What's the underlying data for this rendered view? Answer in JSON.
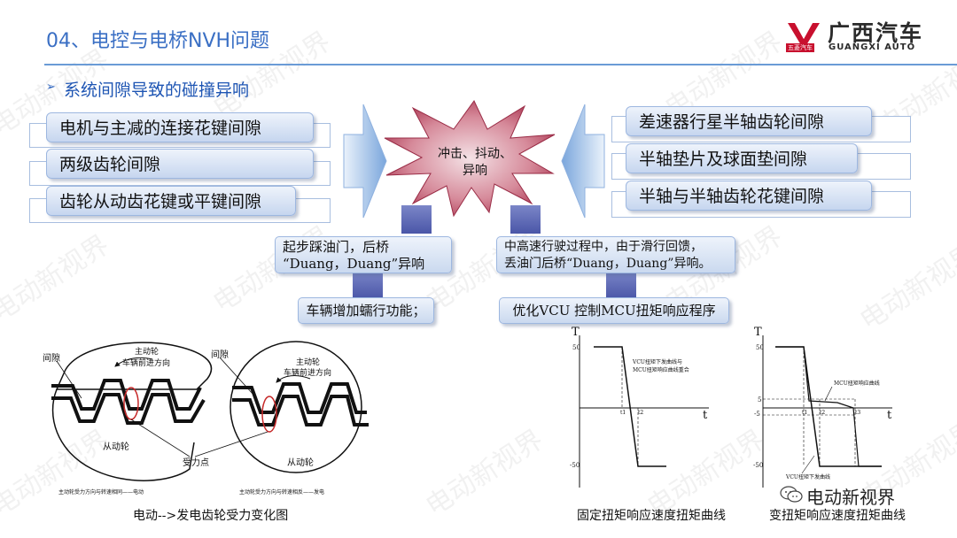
{
  "header": {
    "title": "04、电控与电桥NVH问题",
    "logo_cn": "广西汽车",
    "logo_en": "GUANGXI AUTO",
    "logo_badge": "五菱汽车"
  },
  "section": {
    "bullet": "➢",
    "title": "系统间隙导致的碰撞异响"
  },
  "left_boxes": [
    "电机与主减的连接花键间隙",
    "两级齿轮间隙",
    "齿轮从动齿花键或平键间隙"
  ],
  "right_boxes": [
    "差速器行星半轴齿轮间隙",
    "半轴垫片及球面垫间隙",
    "半轴与半轴齿轮花键间隙"
  ],
  "center": {
    "line1": "冲击、抖动、",
    "line2": "异响"
  },
  "symptoms": [
    {
      "line1": "起步踩油门，后桥",
      "line2": "“Duang，Duang”异响"
    },
    {
      "line1": "中高速行驶过程中，由于滑行回馈，",
      "line2": "丢油门后桥“Duang，Duang”异响。"
    }
  ],
  "solutions": [
    "车辆增加蠕行功能；",
    "优化VCU 控制MCU扭矩响应程序"
  ],
  "gear_figure": {
    "caption": "电动-->发电齿轮受力变化图",
    "left": {
      "gap": "间隙",
      "driving": "主动轮",
      "direction": "车辆前进方向",
      "driven": "从动轮",
      "force": "受力点",
      "sub": "主动轮受力方向与转速相同——电动"
    },
    "right": {
      "gap": "间隙",
      "driving": "主动轮",
      "direction": "车辆前进方向",
      "driven": "从动轮",
      "sub": "主动轮受力方向与转速相反——发电"
    }
  },
  "chart_data": [
    {
      "type": "line",
      "caption": "固定扭矩响应速度扭矩曲线",
      "xlabel": "t",
      "ylabel": "T",
      "y_ticks": [
        50,
        -50
      ],
      "x_ticks": [
        "t1",
        "t2"
      ],
      "annotation": [
        "VCU扭矩下发曲线与",
        "MCU扭矩响应曲线重合"
      ],
      "series": [
        {
          "name": "",
          "points": [
            [
              "0",
              50
            ],
            [
              "t1",
              50
            ],
            [
              "t2",
              -50
            ],
            [
              "end",
              -50
            ]
          ]
        }
      ]
    },
    {
      "type": "line",
      "caption": "变扭矩响应速度扭矩曲线",
      "xlabel": "t",
      "ylabel": "T",
      "y_ticks": [
        50,
        5,
        -5,
        -50
      ],
      "x_ticks": [
        "t1",
        "t2",
        "t3"
      ],
      "annotations": [
        "MCU扭矩响应曲线",
        "VCU扭矩下发曲线"
      ]
    }
  ],
  "footer": {
    "brand": "电动新视界"
  },
  "watermark": "电动新视界"
}
